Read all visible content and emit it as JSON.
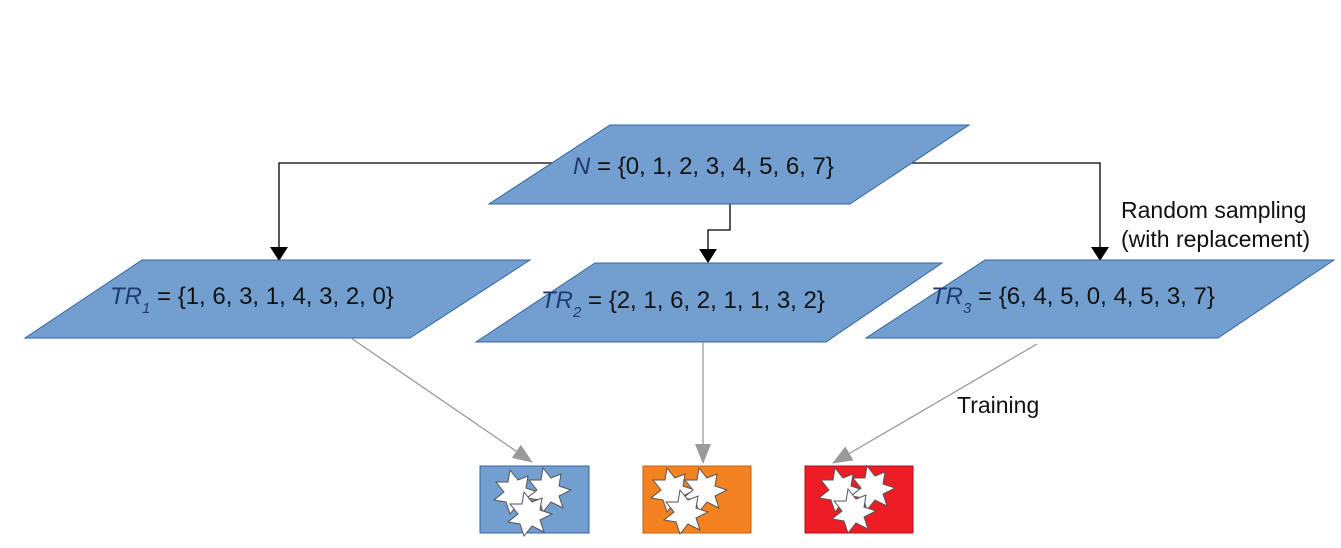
{
  "colors": {
    "shape_fill": "#729fcf",
    "shape_stroke": "#3465a4",
    "italic_text": "#1f3a6e",
    "arrow_black": "#000000",
    "arrow_gray": "#999999",
    "model_colors": [
      "#729fcf",
      "#f58220",
      "#ee1c25"
    ]
  },
  "source": {
    "var": "N",
    "set": " = {0, 1, 2, 3, 4, 5, 6, 7}"
  },
  "subsets": [
    {
      "var": "TR",
      "sub": "1",
      "set": " = {1, 6, 3, 1, 4, 3, 2, 0}"
    },
    {
      "var": "TR",
      "sub": "2",
      "set": " = {2, 1, 6, 2, 1, 1, 3, 2}"
    },
    {
      "var": "TR",
      "sub": "3",
      "set": " = {6, 4, 5, 0, 4, 5, 3, 7}"
    }
  ],
  "labels": {
    "sampling_line1": "Random sampling",
    "sampling_line2": "(with replacement)",
    "training": "Training"
  },
  "models": [
    {
      "icon": "ensemble-leaves-icon"
    },
    {
      "icon": "ensemble-leaves-icon"
    },
    {
      "icon": "ensemble-leaves-icon"
    }
  ]
}
